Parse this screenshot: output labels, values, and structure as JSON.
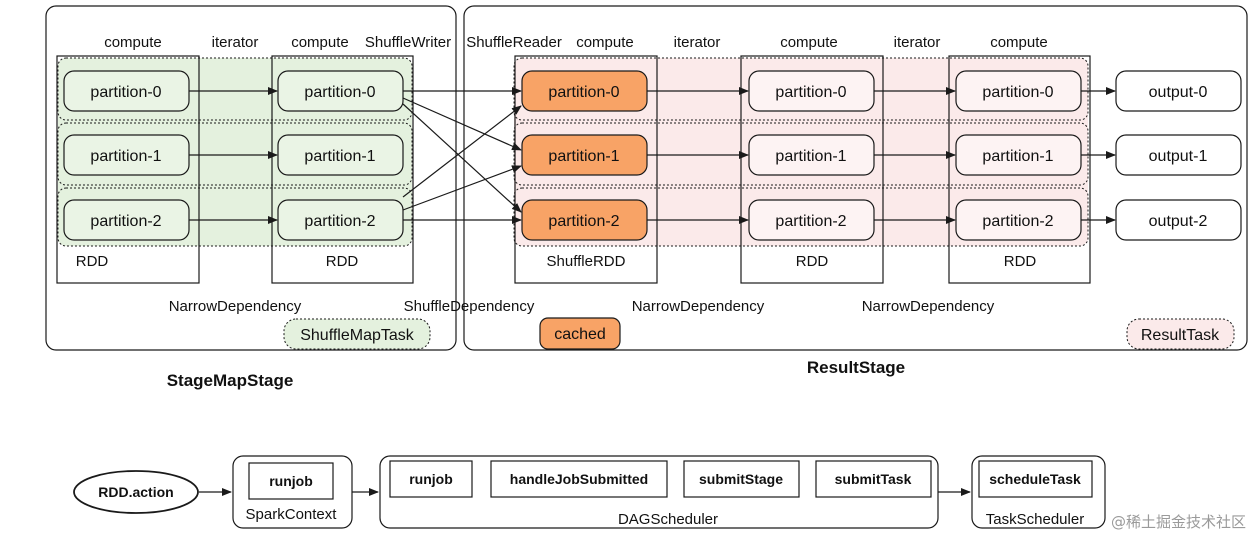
{
  "colors": {
    "map_fill": "#e4f1de",
    "map_part_fill": "#eaf4e5",
    "result_fill": "#fbeaea",
    "result_part_fill": "#fdf3f3",
    "cached_fill": "#f8a366",
    "stroke": "#1a1a1a"
  },
  "stages": {
    "map_title": "StageMapStage",
    "result_title": "ResultStage",
    "map_task": "ShuffleMapTask",
    "result_task": "ResultTask",
    "cached": "cached"
  },
  "column_labels": {
    "compute_1": "compute",
    "iterator_1": "iterator",
    "compute_2": "compute",
    "shuffle_writer": "ShuffleWriter",
    "shuffle_reader": "ShuffleReader",
    "compute_3": "compute",
    "iterator_2": "iterator",
    "compute_4": "compute",
    "iterator_3": "iterator",
    "compute_5": "compute"
  },
  "rdd_labels": {
    "rdd_1": "RDD",
    "rdd_2": "RDD",
    "shuffle_rdd": "ShuffleRDD",
    "rdd_4": "RDD",
    "rdd_5": "RDD"
  },
  "dependency_labels": {
    "narrow_1": "NarrowDependency",
    "shuffle": "ShuffleDependency",
    "narrow_2": "NarrowDependency",
    "narrow_3": "NarrowDependency"
  },
  "partitions": [
    "partition-0",
    "partition-1",
    "partition-2"
  ],
  "outputs": [
    "output-0",
    "output-1",
    "output-2"
  ],
  "flow": {
    "rdd_action": "RDD.action",
    "runjob_sc": "runjob",
    "spark_context": "SparkContext",
    "runjob_dag": "runjob",
    "handle_job_submitted": "handleJobSubmitted",
    "submit_stage": "submitStage",
    "submit_task": "submitTask",
    "dag_scheduler": "DAGScheduler",
    "schedule_task": "scheduleTask",
    "task_scheduler": "TaskScheduler"
  },
  "watermark": "@稀土掘金技术社区"
}
